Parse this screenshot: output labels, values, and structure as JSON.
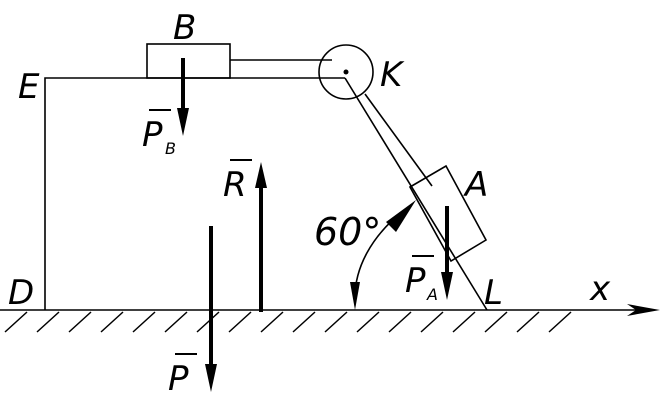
{
  "labels": {
    "B": "B",
    "K": "K",
    "E": "E",
    "A": "A",
    "D": "D",
    "L": "L",
    "x": "x",
    "R": "R",
    "P": "P",
    "PB_main": "P",
    "PB_sub": "B",
    "PA_main": "P",
    "PA_sub": "A",
    "angle": "60°"
  },
  "colors": {
    "ink": "#000000",
    "background": "#ffffff"
  }
}
